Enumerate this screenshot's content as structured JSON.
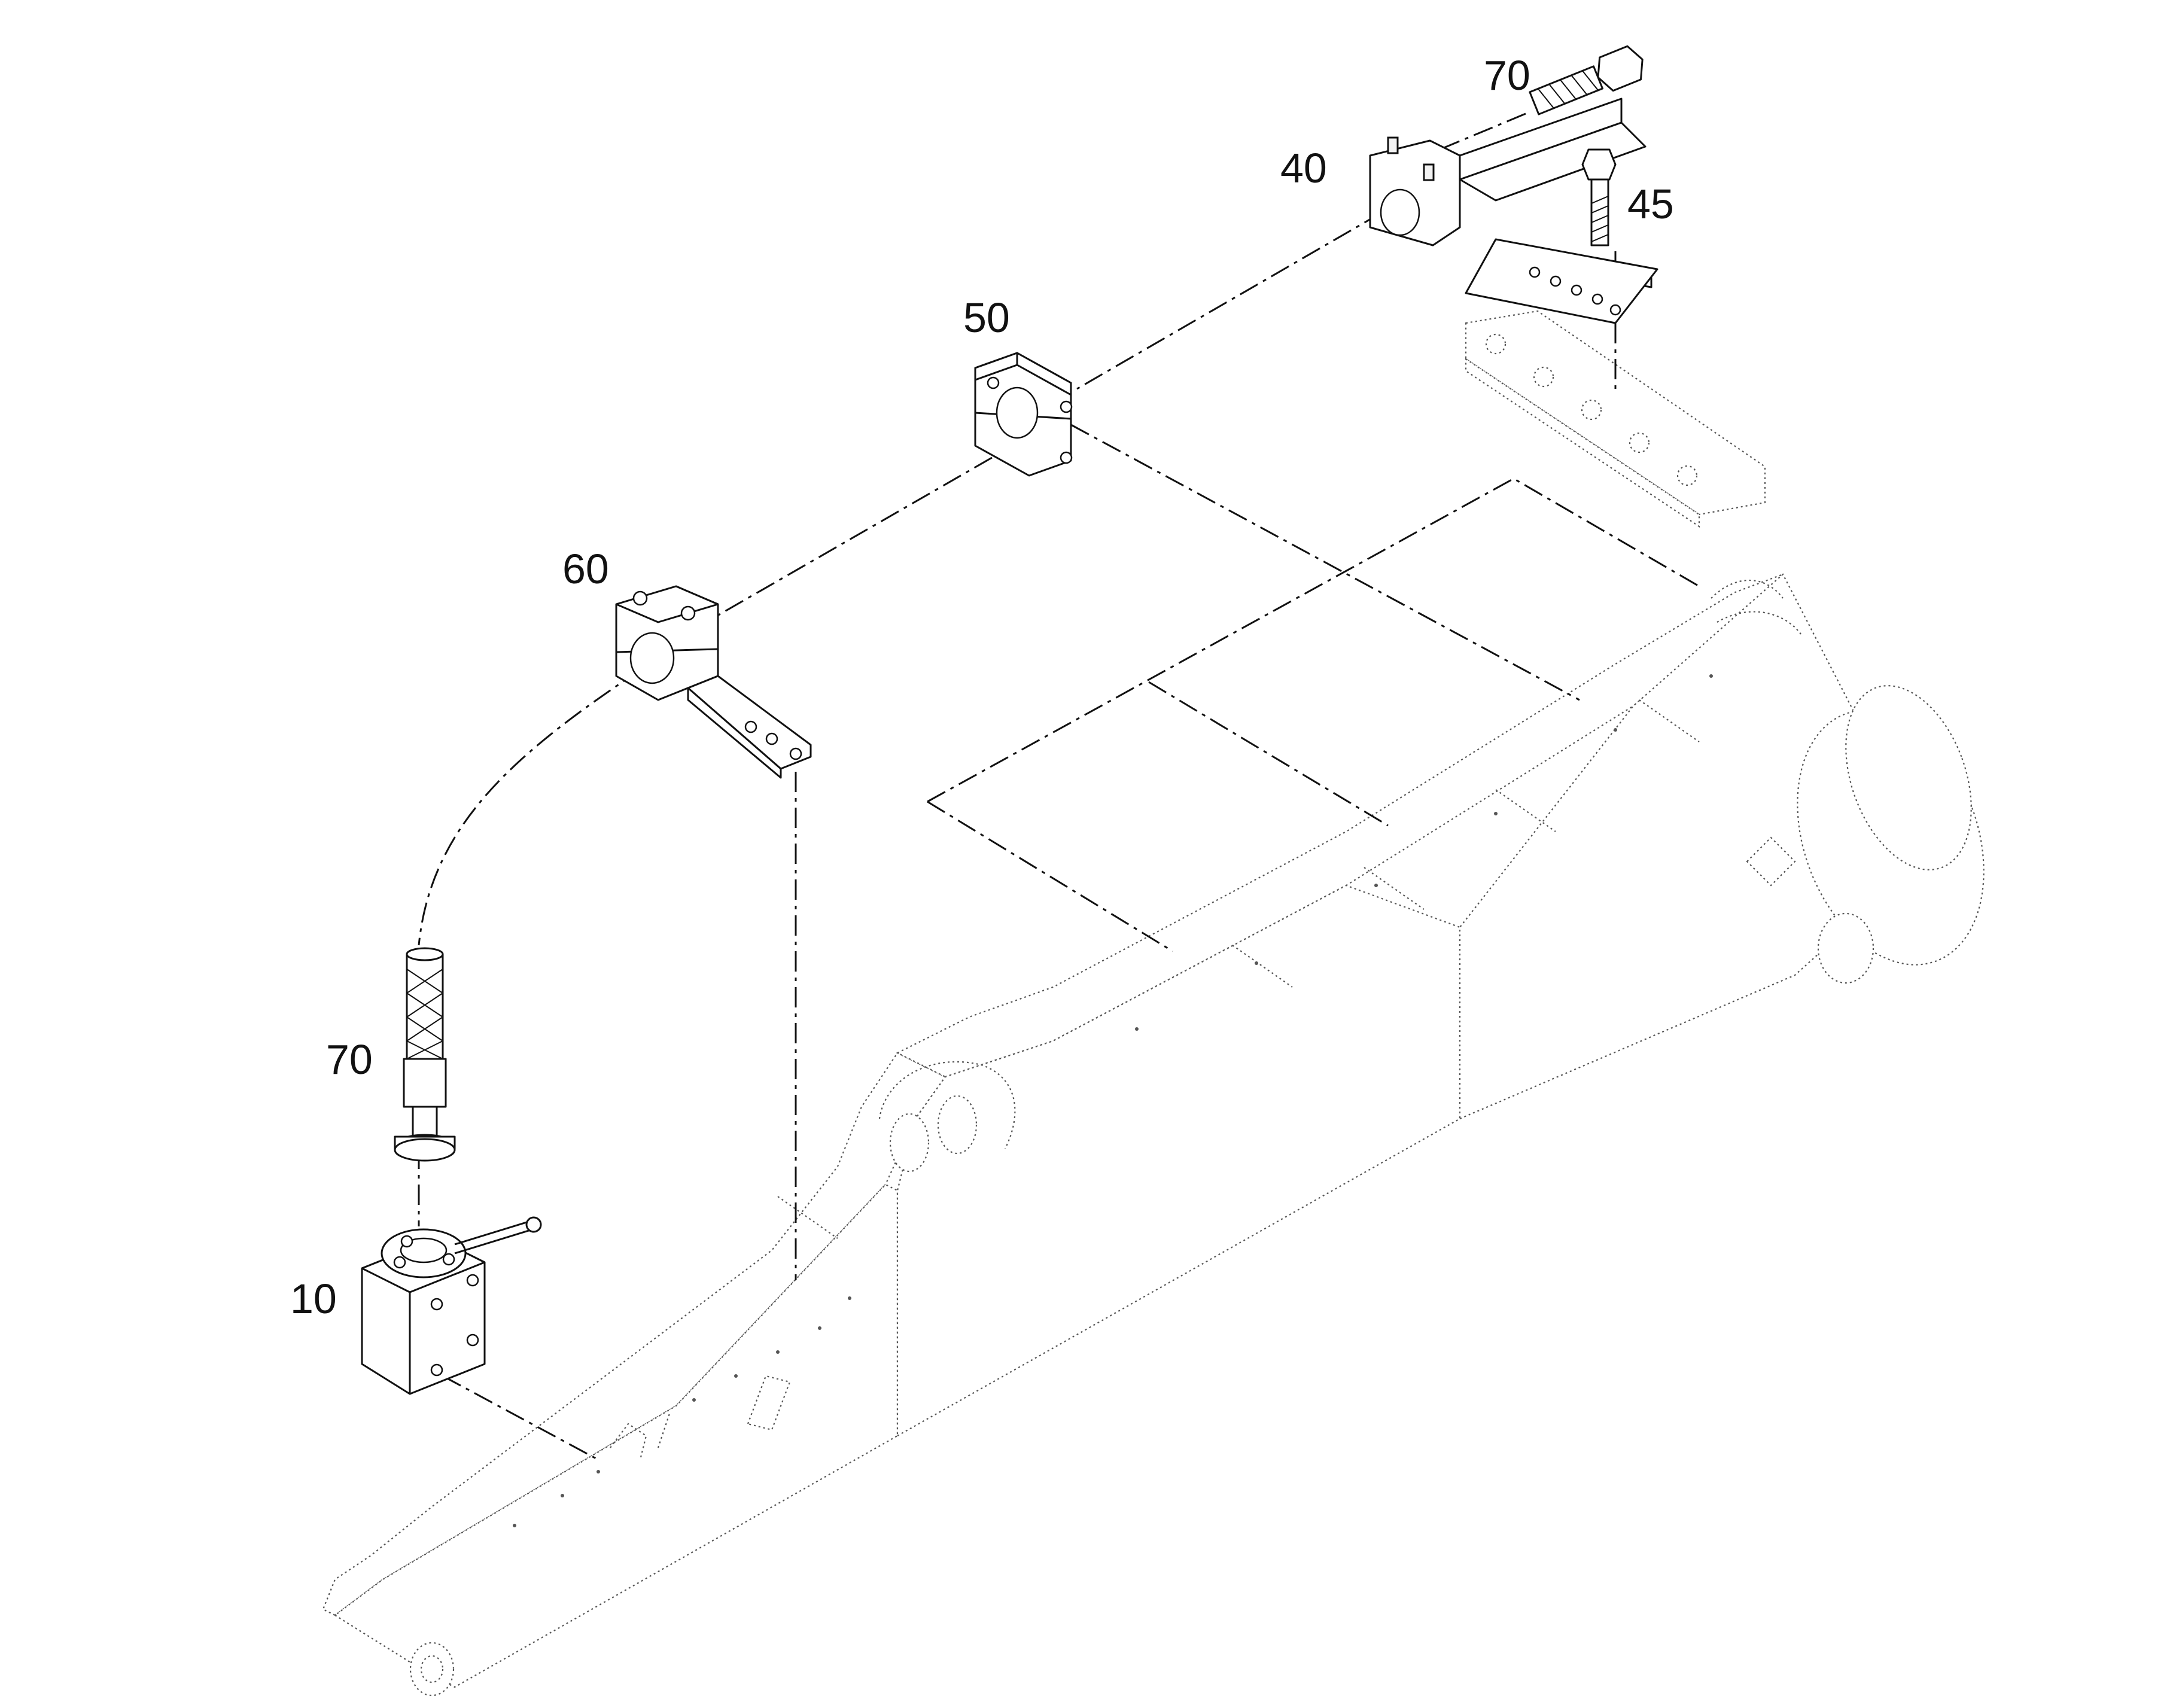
{
  "diagram": {
    "callouts": {
      "part_10": "10",
      "part_40": "40",
      "part_45": "45",
      "part_50": "50",
      "part_60": "60",
      "part_70_top": "70",
      "part_70_left": "70"
    },
    "icons": {
      "valve": "shut-off-valve-icon",
      "bracket_40": "mounting-bracket-icon",
      "bolt_45": "hex-bolt-icon",
      "clamp_50": "pipe-clamp-icon",
      "clamp_60": "clamp-with-bracket-icon",
      "hose_70": "hose-icon",
      "boom": "excavator-boom-icon"
    },
    "colors": {
      "line": "#111111",
      "ghost_line": "#555555",
      "background": "#ffffff"
    }
  }
}
